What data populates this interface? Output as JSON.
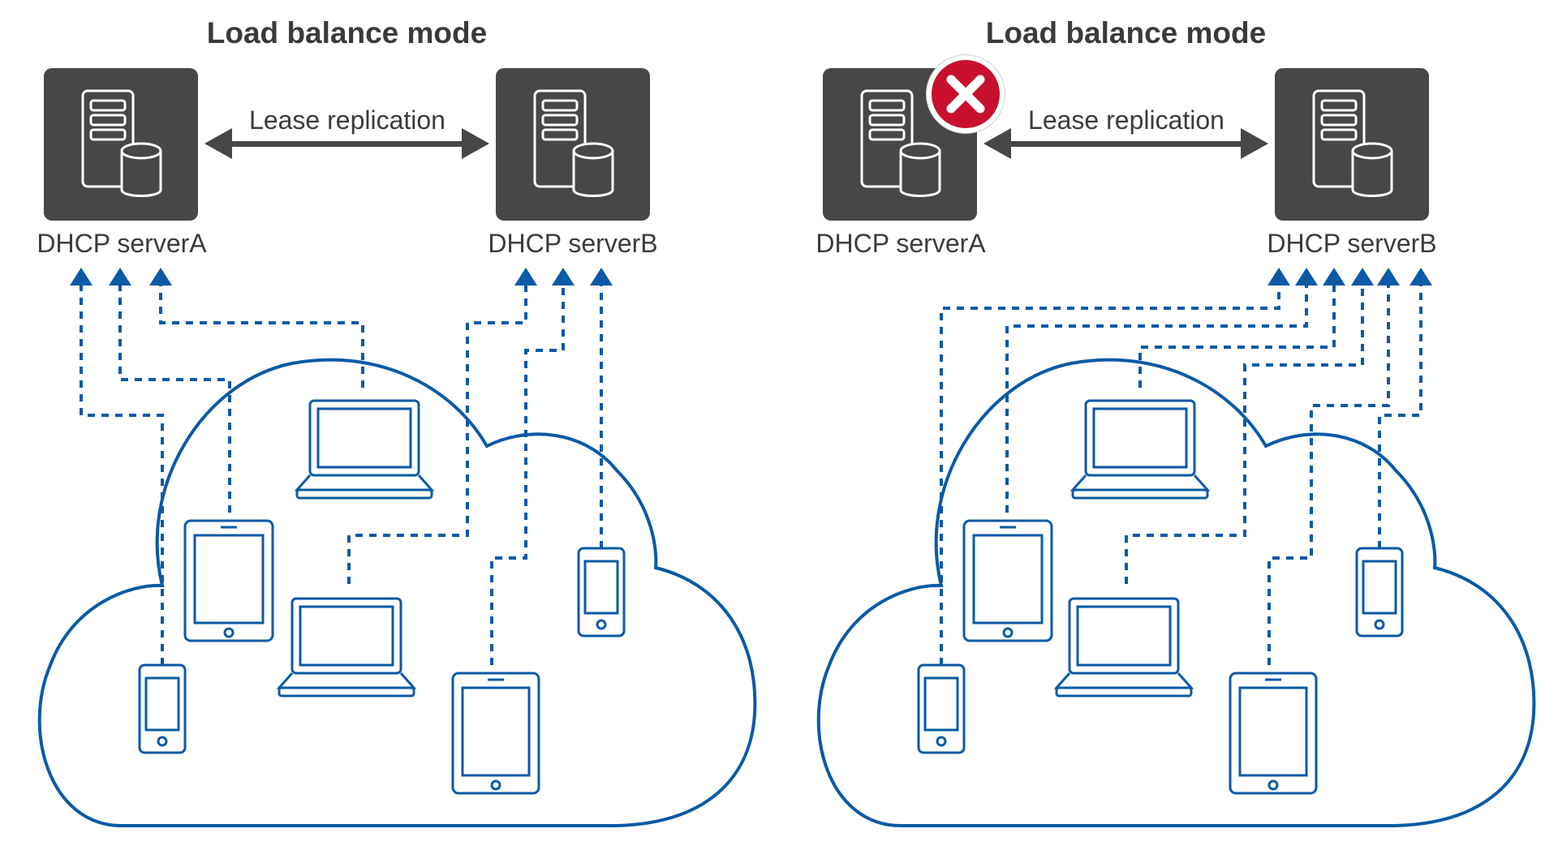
{
  "colors": {
    "server_fill": "#474747",
    "network_blue": "#0b5aa6",
    "arrow_gray": "#474747",
    "fail_red": "#c8102e",
    "text": "#3c3c3c"
  },
  "panels": [
    {
      "title": "Load balance mode",
      "replication_label": "Lease replication",
      "servers": [
        {
          "label": "DHCP serverA",
          "icon": "server-database-icon",
          "status": "online"
        },
        {
          "label": "DHCP serverB",
          "icon": "server-database-icon",
          "status": "online"
        }
      ],
      "clients": [
        "phone-icon",
        "tablet-icon",
        "laptop-icon",
        "laptop-icon",
        "tablet-icon",
        "phone-icon"
      ]
    },
    {
      "title": "Load balance mode",
      "replication_label": "Lease replication",
      "servers": [
        {
          "label": "DHCP serverA",
          "icon": "server-database-icon",
          "status": "failed"
        },
        {
          "label": "DHCP serverB",
          "icon": "server-database-icon",
          "status": "online"
        }
      ],
      "failure_icon": "error-x-icon",
      "clients": [
        "phone-icon",
        "tablet-icon",
        "laptop-icon",
        "laptop-icon",
        "tablet-icon",
        "phone-icon"
      ]
    }
  ]
}
